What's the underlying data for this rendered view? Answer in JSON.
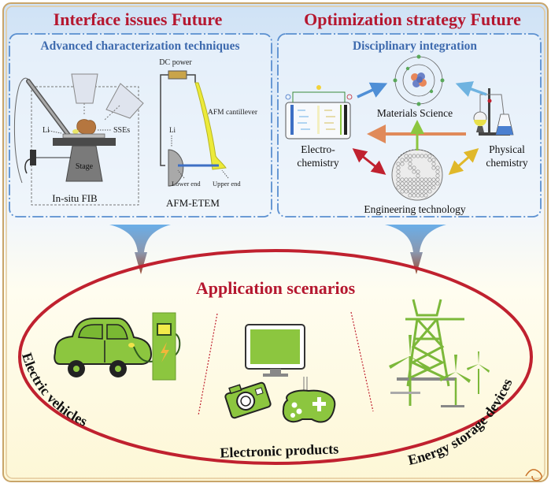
{
  "colors": {
    "title_red": "#b5172f",
    "subtitle_blue": "#3d6aae",
    "panel_border": "#5a8fd0",
    "frame_gold": "#c9a56a",
    "ellipse_red": "#c0212f",
    "icon_green": "#7cb83a",
    "icon_dark": "#333333"
  },
  "left_panel": {
    "title": "Interface issues Future",
    "subtitle": "Advanced characterization techniques",
    "fib": {
      "caption": "In-situ FIB",
      "label_li": "Li",
      "label_sses": "SSEs",
      "label_stage": "Stage"
    },
    "afm": {
      "caption": "AFM-ETEM",
      "label_dc": "DC power",
      "label_cantilever": "AFM cantillever",
      "label_li": "Li",
      "label_lower": "Lower end",
      "label_upper": "Upper end"
    }
  },
  "right_panel": {
    "title": "Optimization strategy Future",
    "subtitle": "Disciplinary integration",
    "nodes": {
      "materials": "Materials Science",
      "electro_1": "Electro-",
      "electro_2": "chemistry",
      "physical_1": "Physical",
      "physical_2": "chemistry",
      "engineering": "Engineering technology"
    }
  },
  "bottom": {
    "title": "Application scenarios",
    "labels": {
      "vehicles": "Electric vehicles",
      "electronics": "Electronic products",
      "energy": "Energy storage devices"
    }
  }
}
